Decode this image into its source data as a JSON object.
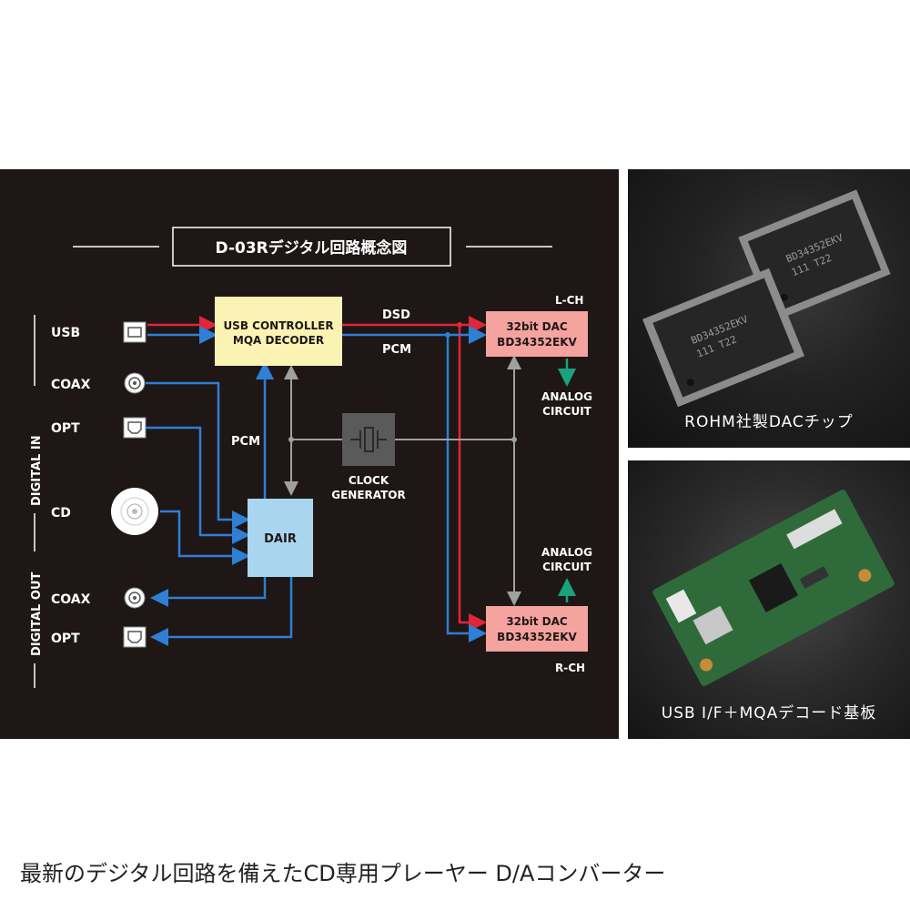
{
  "diagram": {
    "title": "D-03Rデジタル回路概念図",
    "sections": {
      "digital_in": "DIGITAL IN",
      "digital_out": "DIGITAL OUT"
    },
    "inputs": [
      "USB",
      "COAX",
      "OPT",
      "CD"
    ],
    "outputs": [
      "COAX",
      "OPT"
    ],
    "usb_box": {
      "line1": "USB CONTROLLER",
      "line2": "MQA DECODER"
    },
    "dair": "DAIR",
    "clock": {
      "line1": "CLOCK",
      "line2": "GENERATOR"
    },
    "dac_l": {
      "line1": "32bit DAC",
      "line2": "BD34352EKV",
      "channel": "L-CH"
    },
    "dac_r": {
      "line1": "32bit DAC",
      "line2": "BD34352EKV",
      "channel": "R-CH"
    },
    "signals": {
      "dsd": "DSD",
      "pcm_top": "PCM",
      "pcm_mid": "PCM"
    },
    "analog_l": {
      "line1": "ANALOG",
      "line2": "CIRCUIT"
    },
    "analog_r": {
      "line1": "ANALOG",
      "line2": "CIRCUIT"
    },
    "colors": {
      "dsd_line": "#e0263a",
      "pcm_line": "#2f7fd4",
      "analog_arrow": "#1aa37a",
      "usb_box": "#fbf3b4",
      "dair_box": "#a9d6ee",
      "dac_box": "#f4a39f",
      "clock_line": "#a0a0a0",
      "background": "#1e1716"
    }
  },
  "photos": {
    "chip": {
      "caption": "ROHM社製DACチップ",
      "chip_marking_1": "BD34352EKV",
      "chip_marking_2": "111 T22"
    },
    "board": {
      "caption": "USB I/F＋MQAデコード基板"
    }
  },
  "caption": "最新のデジタル回路を備えたCD専用プレーヤー D/Aコンバーター"
}
